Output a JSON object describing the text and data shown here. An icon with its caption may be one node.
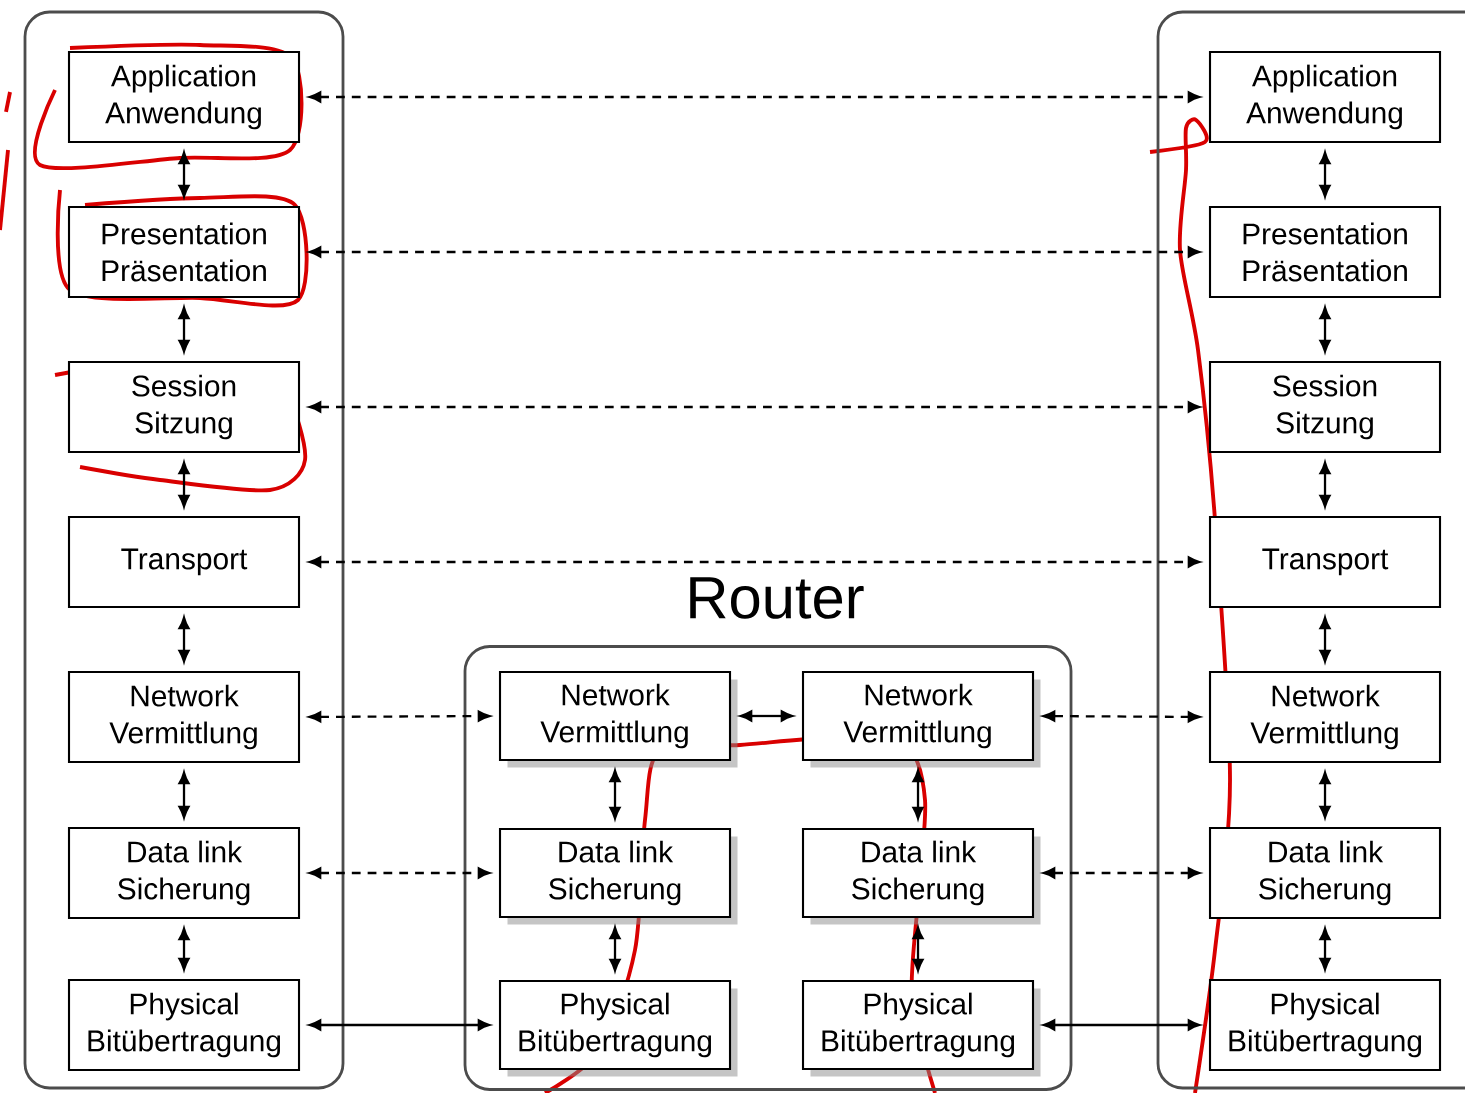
{
  "diagram": {
    "nodes": [
      {
        "text": [],
        "shape": "box"
      },
      {
        "text": [
          "Application",
          "Anwendung"
        ],
        "in": 0
      },
      {
        "text": [
          "Presentation",
          "Präsentation"
        ],
        "in": 0
      },
      {
        "text": [
          "Session",
          "Sitzung"
        ],
        "in": 0
      },
      {
        "text": [
          "Transport"
        ],
        "in": 0
      },
      {
        "text": [
          "Network",
          "Vermittlung"
        ],
        "in": 0
      },
      {
        "text": [
          "Data link",
          "Sicherung"
        ],
        "in": 0
      },
      {
        "text": [
          "Physical",
          "Bitübertragung"
        ],
        "in": 0
      },
      {
        "text": [
          "Router"
        ]
      },
      {
        "text": [
          "Network",
          "Vermittlung"
        ],
        "in": 8
      },
      {
        "text": [
          "Network",
          "Vermittlung"
        ],
        "in": 8
      },
      {
        "text": [
          "Data link",
          "Sicherung"
        ],
        "in": 8
      },
      {
        "text": [
          "Data link",
          "Sicherung"
        ],
        "in": 8
      },
      {
        "text": [
          "Physical",
          "Bitübertragung"
        ],
        "in": 8
      },
      {
        "text": [
          "Physical",
          "Bitübertragung"
        ],
        "in": 8
      },
      {
        "text": [],
        "shape": "box"
      },
      {
        "text": [
          "Application",
          "Anwendung"
        ],
        "in": 15
      },
      {
        "text": [
          "Presentation",
          "Präsentation"
        ],
        "in": 15
      },
      {
        "text": [
          "Session",
          "Sitzung"
        ],
        "in": 15
      },
      {
        "text": [
          "Transport"
        ],
        "in": 15
      },
      {
        "text": [
          "Network",
          "Vermittlung"
        ],
        "in": 15
      },
      {
        "text": [
          "Data link",
          "Sicherung"
        ],
        "in": 15
      },
      {
        "text": [
          "Physical",
          "Bitübertragung"
        ],
        "in": 15
      }
    ],
    "edges": [
      {
        "from": 1,
        "to": 2,
        "arrow": "both"
      },
      {
        "from": 2,
        "to": 3,
        "arrow": "both"
      },
      {
        "from": 3,
        "to": 4,
        "arrow": "both"
      },
      {
        "from": 4,
        "to": 5,
        "arrow": "both"
      },
      {
        "from": 5,
        "to": 6,
        "arrow": "both"
      },
      {
        "from": 6,
        "to": 7,
        "arrow": "both"
      },
      {
        "from": 1,
        "to": 16,
        "arrow": "both",
        "style": "dashed"
      },
      {
        "from": 2,
        "to": 17,
        "arrow": "both",
        "style": "dashed"
      },
      {
        "from": 3,
        "to": 18,
        "arrow": "both",
        "style": "dashed"
      },
      {
        "from": 4,
        "to": 19,
        "arrow": "both",
        "style": "dashed"
      },
      {
        "from": 5,
        "to": 9,
        "arrow": "both",
        "style": "dashed"
      },
      {
        "from": 9,
        "to": 10,
        "arrow": "both"
      },
      {
        "from": 10,
        "to": 20,
        "arrow": "both",
        "style": "dashed"
      },
      {
        "from": 9,
        "to": 11,
        "arrow": "both"
      },
      {
        "from": 10,
        "to": 12,
        "arrow": "both"
      },
      {
        "from": 6,
        "to": 11,
        "arrow": "both",
        "style": "dashed"
      },
      {
        "from": 12,
        "to": 21,
        "arrow": "both",
        "style": "dashed"
      },
      {
        "from": 11,
        "to": 13,
        "arrow": "both"
      },
      {
        "from": 12,
        "to": 14,
        "arrow": "both"
      },
      {
        "from": 7,
        "to": 13,
        "arrow": "both"
      },
      {
        "from": 14,
        "to": 22,
        "arrow": "both"
      },
      {
        "from": 16,
        "to": 17,
        "arrow": "both"
      },
      {
        "from": 17,
        "to": 18,
        "arrow": "both"
      },
      {
        "from": 18,
        "to": 19,
        "arrow": "both"
      },
      {
        "from": 19,
        "to": 20,
        "arrow": "both"
      },
      {
        "from": 20,
        "to": 21,
        "arrow": "both"
      },
      {
        "from": 21,
        "to": 22,
        "arrow": "both"
      }
    ]
  }
}
